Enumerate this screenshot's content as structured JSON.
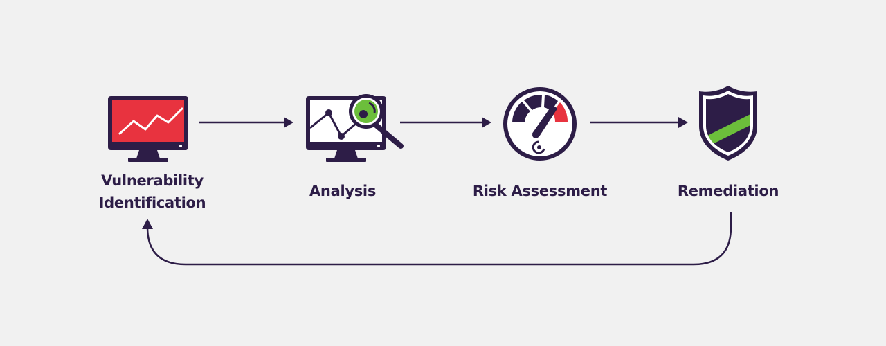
{
  "diagram": {
    "type": "process-cycle",
    "colors": {
      "background": "#f1f1f1",
      "primary": "#2d1d47",
      "alert_red": "#e8333f",
      "accent_green": "#6cbe3b",
      "screen_white": "#ffffff"
    },
    "steps": [
      {
        "id": "vulnerability-identification",
        "label_line1": "Vulnerability",
        "label_line2": "Identification",
        "icon": "monitor-trend-icon"
      },
      {
        "id": "analysis",
        "label": "Analysis",
        "icon": "monitor-magnifier-icon"
      },
      {
        "id": "risk-assessment",
        "label": "Risk Assessment",
        "icon": "gauge-icon"
      },
      {
        "id": "remediation",
        "label": "Remediation",
        "icon": "shield-icon"
      }
    ],
    "edges": [
      {
        "from": "vulnerability-identification",
        "to": "analysis"
      },
      {
        "from": "analysis",
        "to": "risk-assessment"
      },
      {
        "from": "risk-assessment",
        "to": "remediation"
      },
      {
        "from": "remediation",
        "to": "vulnerability-identification",
        "style": "loop-back"
      }
    ]
  }
}
